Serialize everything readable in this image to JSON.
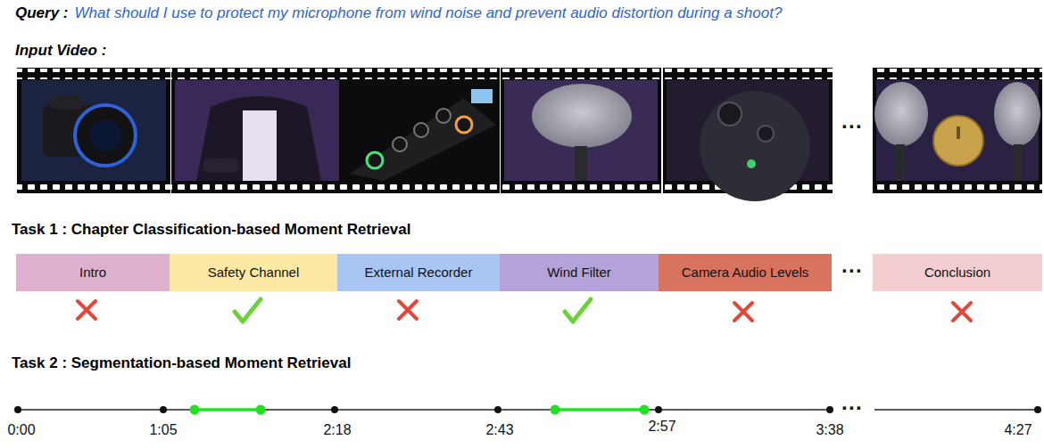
{
  "diagram": {
    "nodes": [
      {
        "text": [
          "Intro"
        ]
      },
      {
        "text": [
          "Safety Channel"
        ]
      },
      {
        "text": [
          "External Recorder"
        ]
      },
      {
        "text": [
          "Wind Filter"
        ]
      },
      {
        "text": [
          "Camera Audio Levels"
        ]
      },
      {
        "text": [
          "Conclusion"
        ]
      }
    ],
    "labels": [
      "Query :",
      "What should I use to protect my microphone from wind noise and prevent audio distortion during a shoot?",
      "Input Video :",
      "···",
      "Task 1 : Chapter Classification-based Moment Retrieval",
      "···",
      "Task 2 : Segmentation-based Moment Retrieval",
      "0:00",
      "1:05",
      "2:18",
      "2:43",
      "2:57",
      "3:38",
      "···",
      "4:27"
    ]
  }
}
